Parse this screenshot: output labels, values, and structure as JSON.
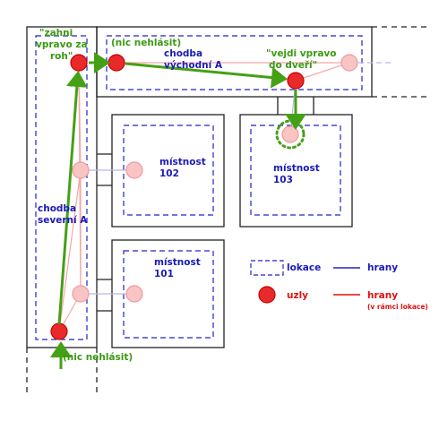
{
  "locations": {
    "chodba_severni": [
      "chodba",
      "severní A"
    ],
    "chodba_vychodni": [
      "chodba",
      "východní A"
    ],
    "mistnost_102": [
      "místnost",
      "102"
    ],
    "mistnost_101": [
      "místnost",
      "101"
    ],
    "mistnost_103": [
      "místnost",
      "103"
    ]
  },
  "instructions": {
    "start": "(nic nehlásit)",
    "turn_right": [
      "\"zahni",
      "vpravo za",
      "roh\""
    ],
    "corridor_east": "(nic nehlásit)",
    "enter_right": [
      "\"vejdi vpravo",
      "do dveří\""
    ]
  },
  "legend": {
    "location_label": "lokace",
    "edge_label": "hrany",
    "node_label": "uzly",
    "edge_inside_label": "hrany",
    "edge_inside_note": "(v rámci lokace)"
  },
  "colors": {
    "location_dash": "#2222cc",
    "edge_blue": "#2222cc",
    "node_red": "#e82a2a",
    "path_green": "#44a015",
    "faded_red": "#f4a6a6"
  }
}
